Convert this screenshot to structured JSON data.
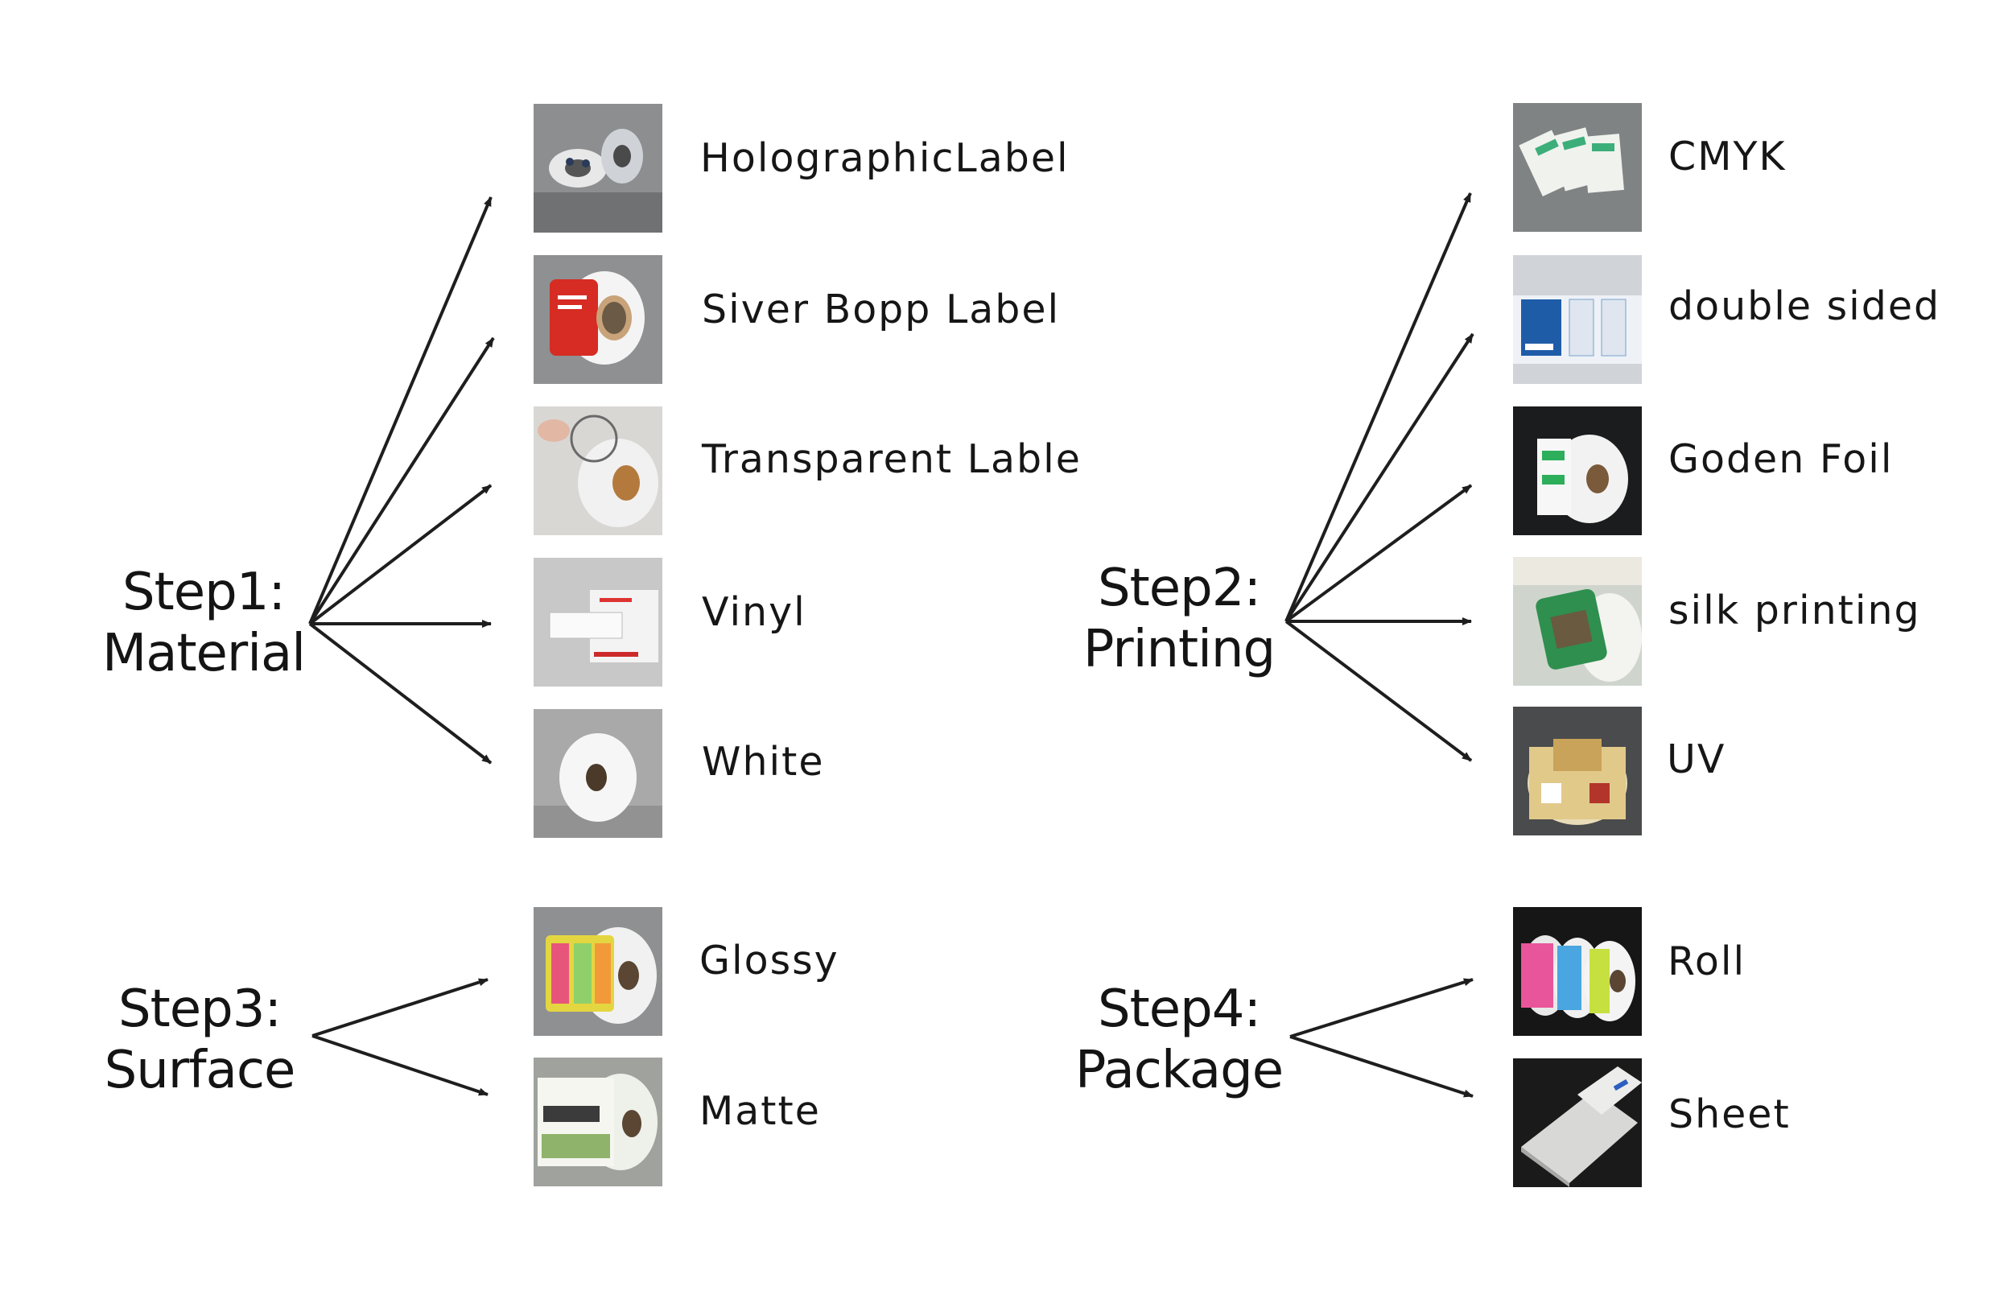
{
  "steps": [
    {
      "title_line1": "Step1:",
      "title_line2": "Material",
      "options": [
        {
          "label": "HolographicLabel",
          "icon": "holographic-label-roll-icon",
          "tone": "#8c8e90"
        },
        {
          "label": "Siver Bopp Label",
          "icon": "red-label-roll-icon",
          "tone": "#8e9092"
        },
        {
          "label": "Transparent Lable",
          "icon": "transparent-label-roll-icon",
          "tone": "#d9d7d4"
        },
        {
          "label": "Vinyl",
          "icon": "vinyl-label-roll-icon",
          "tone": "#c8c8c8"
        },
        {
          "label": "White",
          "icon": "white-label-roll-icon",
          "tone": "#a9a9a9"
        }
      ]
    },
    {
      "title_line1": "Step2:",
      "title_line2": "Printing",
      "options": [
        {
          "label": "CMYK",
          "icon": "cmyk-printed-labels-icon",
          "tone": "#7f8383"
        },
        {
          "label": "double sided",
          "icon": "double-sided-label-roll-icon",
          "tone": "#d0d4d8"
        },
        {
          "label": "Goden Foil",
          "icon": "foil-label-roll-icon",
          "tone": "#1b1c1d"
        },
        {
          "label": "silk printing",
          "icon": "silk-printed-label-icon",
          "tone": "#cfd5cd"
        },
        {
          "label": "UV",
          "icon": "uv-printed-label-roll-icon",
          "tone": "#4a4b4c"
        }
      ]
    },
    {
      "title_line1": "Step3:",
      "title_line2": "Surface",
      "options": [
        {
          "label": "Glossy",
          "icon": "glossy-label-roll-icon",
          "tone": "#8f9091"
        },
        {
          "label": "Matte",
          "icon": "matte-label-roll-icon",
          "tone": "#9fa29d"
        }
      ]
    },
    {
      "title_line1": "Step4:",
      "title_line2": "Package",
      "options": [
        {
          "label": "Roll",
          "icon": "label-rolls-icon",
          "tone": "#161616"
        },
        {
          "label": "Sheet",
          "icon": "label-sheets-icon",
          "tone": "#1a1a1a"
        }
      ]
    }
  ]
}
